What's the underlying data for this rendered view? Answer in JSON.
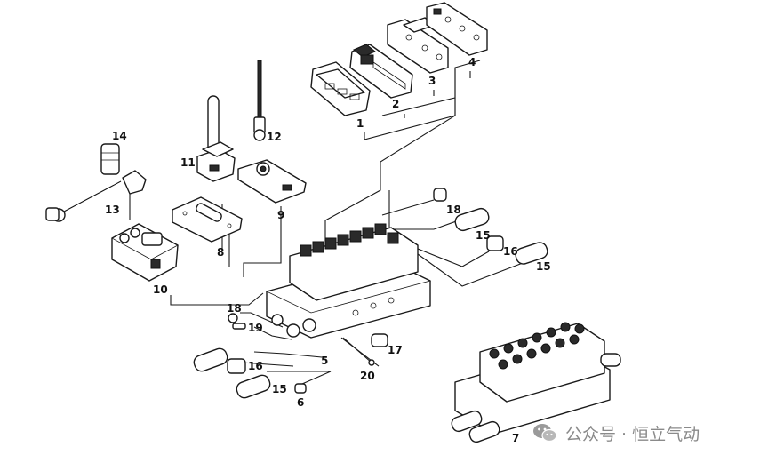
{
  "labels": {
    "p1": "1",
    "p2": "2",
    "p3": "3",
    "p4": "4",
    "p5": "5",
    "p6": "6",
    "p7": "7",
    "p8": "8",
    "p9": "9",
    "p10": "10",
    "p11": "11",
    "p12": "12",
    "p13": "13",
    "p14": "14",
    "p15a": "15",
    "p15b": "15",
    "p15c": "15",
    "p16a": "16",
    "p16b": "16",
    "p17": "17",
    "p18a": "18",
    "p18b": "18",
    "p19": "19",
    "p20": "20"
  },
  "watermark": {
    "text": "公众号 · 恒立气动",
    "icon": "wechat-icon"
  }
}
